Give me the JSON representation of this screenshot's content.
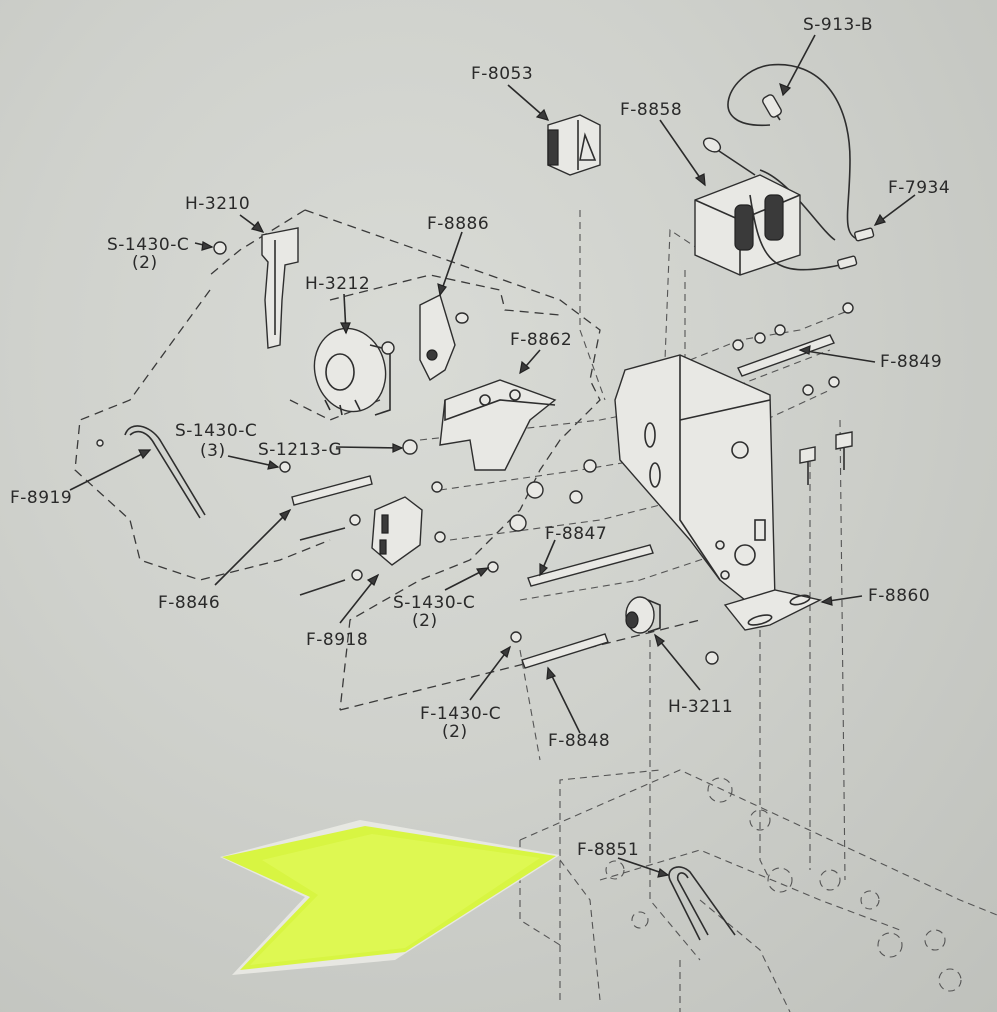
{
  "diagram": {
    "labels": {
      "s913b": "S-913-B",
      "f8053": "F-8053",
      "f8858": "F-8858",
      "f7934": "F-7934",
      "h3210": "H-3210",
      "s1430c_top": "S-1430-C",
      "s1430c_top_qty": "(2)",
      "f8886": "F-8886",
      "h3212": "H-3212",
      "f8862": "F-8862",
      "f8849": "F-8849",
      "s1430c_left": "S-1430-C",
      "s1430c_left_qty": "(3)",
      "s1213g": "S-1213-G",
      "f8919": "F-8919",
      "f8847": "F-8847",
      "f8846": "F-8846",
      "f8918": "F-8918",
      "s1430c_mid": "S-1430-C",
      "s1430c_mid_qty": "(2)",
      "f8860": "F-8860",
      "f1430c": "F-1430-C",
      "f1430c_qty": "(2)",
      "f8848": "F-8848",
      "h3211": "H-3211",
      "f8851": "F-8851"
    },
    "colors": {
      "paper": "#d3d5d0",
      "ink": "#2e2e2e",
      "arrow_highlight": "#d8f542"
    }
  }
}
